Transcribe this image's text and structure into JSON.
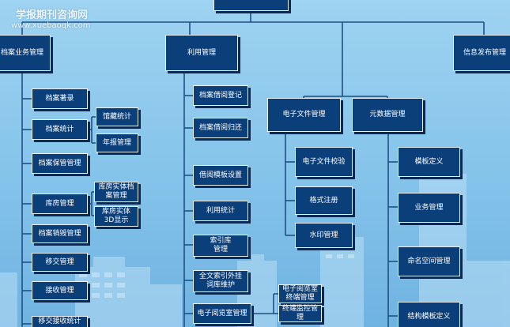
{
  "watermark": {
    "site_name": "学报期刊咨询网",
    "url": "www.xuebaoqk.com"
  },
  "nodes": {
    "root": "",
    "archive_business": "档案业务管理",
    "utilization": "利用管理",
    "info_release": "信息发布管理",
    "archive_catalog": "档案著录",
    "archive_stats": "档案统计",
    "collection_stats": "馆藏统计",
    "annual_report": "年报管理",
    "archive_custody": "档案保管管理",
    "warehouse": "库房管理",
    "warehouse_entity": "库房实体档\n案管理",
    "warehouse_3d": "库房实体\n3D显示",
    "archive_destruction": "档案销毁管理",
    "transfer": "移交管理",
    "receive": "接收管理",
    "transfer_receive_stats": "移交接收统计",
    "borrow_register": "档案借阅登记",
    "borrow_return": "档案借阅归还",
    "borrow_template": "借阅模板设置",
    "util_stats": "利用统计",
    "index_lib": "索引库\n管理",
    "fulltext_index": "全文索引外挂\n词库维护",
    "reading_room": "电子阅览室管理",
    "reading_terminal": "电子阅览室\n终端管理",
    "terminal_monitor": "终端监控管理",
    "e_file": "电子文件管理",
    "metadata": "元数据管理",
    "file_check": "电子文件校验",
    "format_register": "格式注册",
    "watermark_mgmt": "水印管理",
    "template_def": "模板定义",
    "business_mgmt": "业务管理",
    "namespace_mgmt": "命名空间管理",
    "struct_template": "结构模板定义"
  },
  "colors": {
    "box_fill": "#0b3f7a",
    "box_border": "#e8f1ff",
    "line": "#1f4f86",
    "sky_top": "#9ed3f1",
    "sky_bottom": "#6fb3e1",
    "building": "#b9def5"
  }
}
